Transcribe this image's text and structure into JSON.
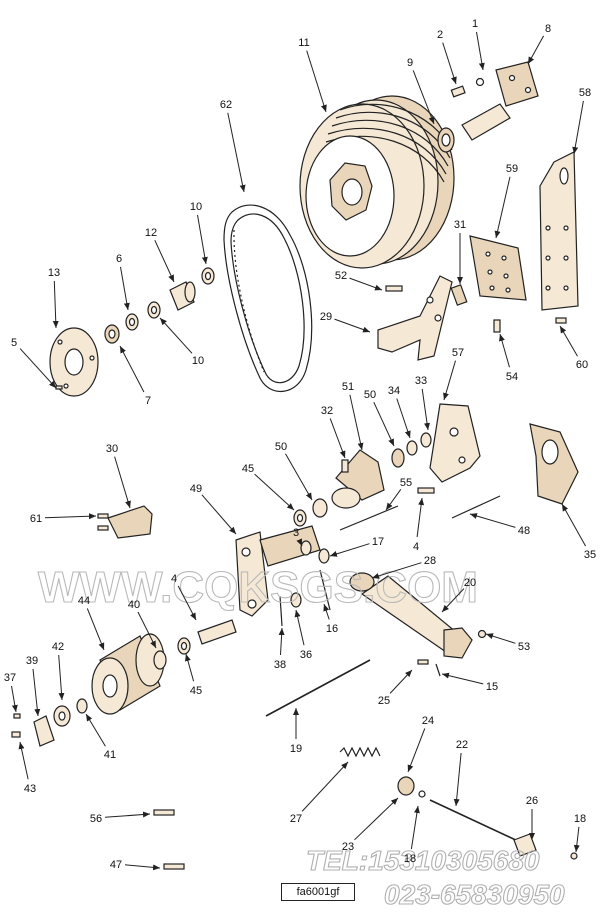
{
  "diagram": {
    "callouts": [
      {
        "id": "c1",
        "label": "1"
      },
      {
        "id": "c2",
        "label": "2"
      },
      {
        "id": "c8",
        "label": "8"
      },
      {
        "id": "c9",
        "label": "9"
      },
      {
        "id": "c11",
        "label": "11"
      },
      {
        "id": "c58",
        "label": "58"
      },
      {
        "id": "c62",
        "label": "62"
      },
      {
        "id": "c59",
        "label": "59"
      },
      {
        "id": "c10a",
        "label": "10"
      },
      {
        "id": "c31",
        "label": "31"
      },
      {
        "id": "c12",
        "label": "12"
      },
      {
        "id": "c6",
        "label": "6"
      },
      {
        "id": "c13",
        "label": "13"
      },
      {
        "id": "c52",
        "label": "52"
      },
      {
        "id": "c29",
        "label": "29"
      },
      {
        "id": "c5",
        "label": "5"
      },
      {
        "id": "c10b",
        "label": "10"
      },
      {
        "id": "c7",
        "label": "7"
      },
      {
        "id": "c54",
        "label": "54"
      },
      {
        "id": "c60",
        "label": "60"
      },
      {
        "id": "c57",
        "label": "57"
      },
      {
        "id": "c51",
        "label": "51"
      },
      {
        "id": "c33",
        "label": "33"
      },
      {
        "id": "c34",
        "label": "34"
      },
      {
        "id": "c50a",
        "label": "50"
      },
      {
        "id": "c32",
        "label": "32"
      },
      {
        "id": "c30",
        "label": "30"
      },
      {
        "id": "c50b",
        "label": "50"
      },
      {
        "id": "c45a",
        "label": "45"
      },
      {
        "id": "c55",
        "label": "55"
      },
      {
        "id": "c49",
        "label": "49"
      },
      {
        "id": "c61",
        "label": "61"
      },
      {
        "id": "c4a",
        "label": "4"
      },
      {
        "id": "c48",
        "label": "48"
      },
      {
        "id": "c35",
        "label": "35"
      },
      {
        "id": "c3",
        "label": "3"
      },
      {
        "id": "c17",
        "label": "17"
      },
      {
        "id": "c28",
        "label": "28"
      },
      {
        "id": "c20",
        "label": "20"
      },
      {
        "id": "c4b",
        "label": "4"
      },
      {
        "id": "c44",
        "label": "44"
      },
      {
        "id": "c40",
        "label": "40"
      },
      {
        "id": "c16",
        "label": "16"
      },
      {
        "id": "c42",
        "label": "42"
      },
      {
        "id": "c39",
        "label": "39"
      },
      {
        "id": "c38",
        "label": "38"
      },
      {
        "id": "c36",
        "label": "36"
      },
      {
        "id": "c53",
        "label": "53"
      },
      {
        "id": "c37",
        "label": "37"
      },
      {
        "id": "c45b",
        "label": "45"
      },
      {
        "id": "c25",
        "label": "25"
      },
      {
        "id": "c15",
        "label": "15"
      },
      {
        "id": "c41",
        "label": "41"
      },
      {
        "id": "c19",
        "label": "19"
      },
      {
        "id": "c24",
        "label": "24"
      },
      {
        "id": "c22",
        "label": "22"
      },
      {
        "id": "c43",
        "label": "43"
      },
      {
        "id": "c27",
        "label": "27"
      },
      {
        "id": "c26",
        "label": "26"
      },
      {
        "id": "c56",
        "label": "56"
      },
      {
        "id": "c23",
        "label": "23"
      },
      {
        "id": "c18a",
        "label": "18"
      },
      {
        "id": "c18b",
        "label": "18"
      },
      {
        "id": "c47",
        "label": "47"
      }
    ],
    "watermark": "WWW.CQKSGS.COM",
    "tel_line": "TEL:15310305680",
    "phone_line": "023-65830950",
    "figure_code": "fa6001gf",
    "colors": {
      "line": "#222222",
      "part_fill": "#f5e9d6",
      "part_shade": "#e9d6ba",
      "watermark": "#b9b9b9"
    }
  }
}
